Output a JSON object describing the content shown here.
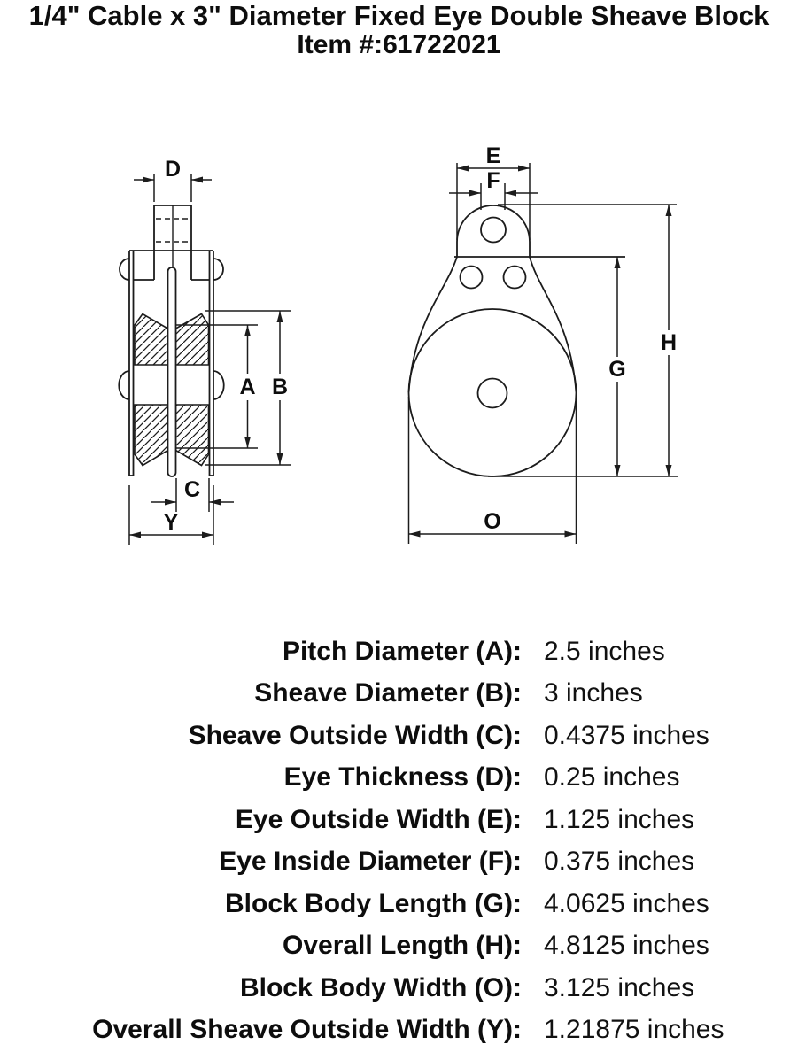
{
  "title": {
    "line1": "1/4\" Cable x 3\" Diameter Fixed Eye Double Sheave Block",
    "line2": "Item #:61722021"
  },
  "drawing": {
    "dim_labels": {
      "A": "A",
      "B": "B",
      "C": "C",
      "D": "D",
      "E": "E",
      "F": "F",
      "G": "G",
      "H": "H",
      "O": "O",
      "Y": "Y"
    }
  },
  "specs": {
    "rows": [
      {
        "label": "Pitch Diameter (A):",
        "value": "2.5 inches"
      },
      {
        "label": "Sheave Diameter (B):",
        "value": "3 inches"
      },
      {
        "label": "Sheave Outside Width (C):",
        "value": "0.4375 inches"
      },
      {
        "label": "Eye Thickness (D):",
        "value": "0.25 inches"
      },
      {
        "label": "Eye Outside Width (E):",
        "value": "1.125 inches"
      },
      {
        "label": "Eye Inside Diameter (F):",
        "value": "0.375 inches"
      },
      {
        "label": "Block Body Length (G):",
        "value": "4.0625 inches"
      },
      {
        "label": "Overall Length (H):",
        "value": "4.8125 inches"
      },
      {
        "label": "Block Body Width (O):",
        "value": "3.125 inches"
      },
      {
        "label": "Overall Sheave Outside Width (Y):",
        "value": "1.21875 inches"
      }
    ]
  },
  "colors": {
    "background": "#ffffff",
    "line": "#1c1c1c",
    "text": "#0d0d0d"
  }
}
